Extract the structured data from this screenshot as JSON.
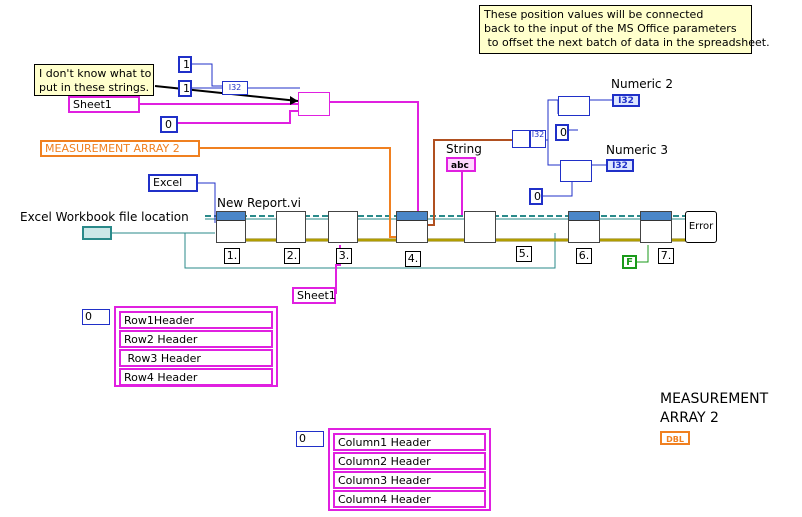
{
  "comments": {
    "position_note": "These position values will be connected\nback to the input of the MS Office parameters\n to offset the next batch of data in the spreadsheet.",
    "strings_note": "I don't know what to\nput in these strings."
  },
  "constants": {
    "num_1a": "1",
    "num_1b": "1",
    "sheet1_top": "Sheet1",
    "num_0": "0",
    "num_0_b": "0",
    "num_0_c": "0",
    "measurement_array": "MEASUREMENT  ARRAY 2",
    "excel_enum": "Excel",
    "sheet1_bottom": "Sheet1",
    "string_abc": "abc",
    "bool_false": "F"
  },
  "labels": {
    "excel_workbook": "Excel Workbook file location",
    "new_report": "New Report.vi",
    "string": "String",
    "numeric2": "Numeric 2",
    "numeric3": "Numeric 3",
    "i32_a": "I32",
    "i32_b": "I32",
    "measurement_array_2": "MEASUREMENT\nARRAY 2",
    "dbl": "DBL"
  },
  "steps": [
    "1.",
    "2.",
    "3.",
    "4.",
    "5.",
    "6.",
    "7."
  ],
  "error_icon": "Error",
  "row_headers": {
    "index": "0",
    "items": [
      "Row1Header",
      "Row2 Header",
      " Row3 Header",
      "Row4 Header"
    ]
  },
  "column_headers": {
    "index": "0",
    "items": [
      "Column1 Header",
      "Column2 Header",
      "Column3 Header",
      "Column4 Header"
    ]
  },
  "colors": {
    "string_wire": "#e020e0",
    "numeric_wire": "#2030c8",
    "dbl_wire": "#f08020",
    "refnum_wire": "#2a8a8a",
    "error_wire": "#c8a800"
  }
}
